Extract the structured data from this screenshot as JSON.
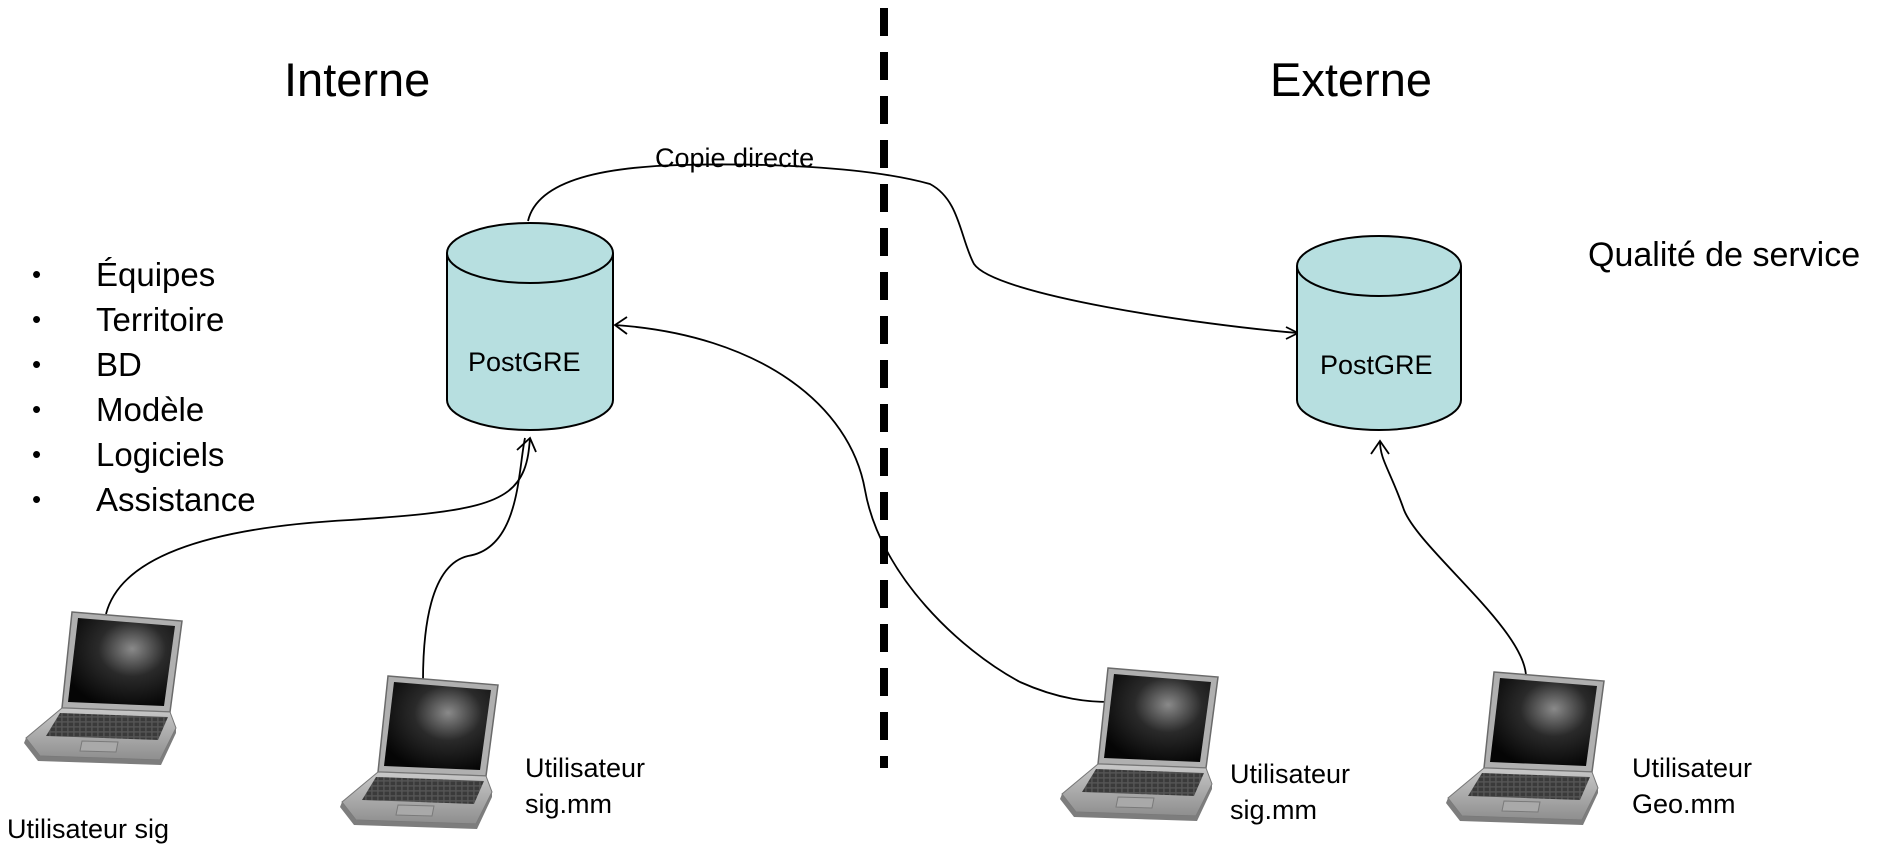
{
  "zones": {
    "internal": "Interne",
    "external": "Externe"
  },
  "copy_label": "Copie directe",
  "quality_label": "Qualité de service",
  "databases": {
    "internal": "PostGRE",
    "external": "PostGRE"
  },
  "bullets": [
    "Équipes",
    "Territoire",
    "BD",
    "Modèle",
    "Logiciels",
    "Assistance"
  ],
  "users": {
    "internal_sig": "Utilisateur sig",
    "internal_sigmm_line1": "Utilisateur",
    "internal_sigmm_line2": "sig.mm",
    "external_sigmm_line1": "Utilisateur",
    "external_sigmm_line2": "sig.mm",
    "external_geomm_line1": "Utilisateur",
    "external_geomm_line2": "Geo.mm"
  },
  "colors": {
    "db_fill": "#b7dfe0",
    "line": "#000000"
  }
}
